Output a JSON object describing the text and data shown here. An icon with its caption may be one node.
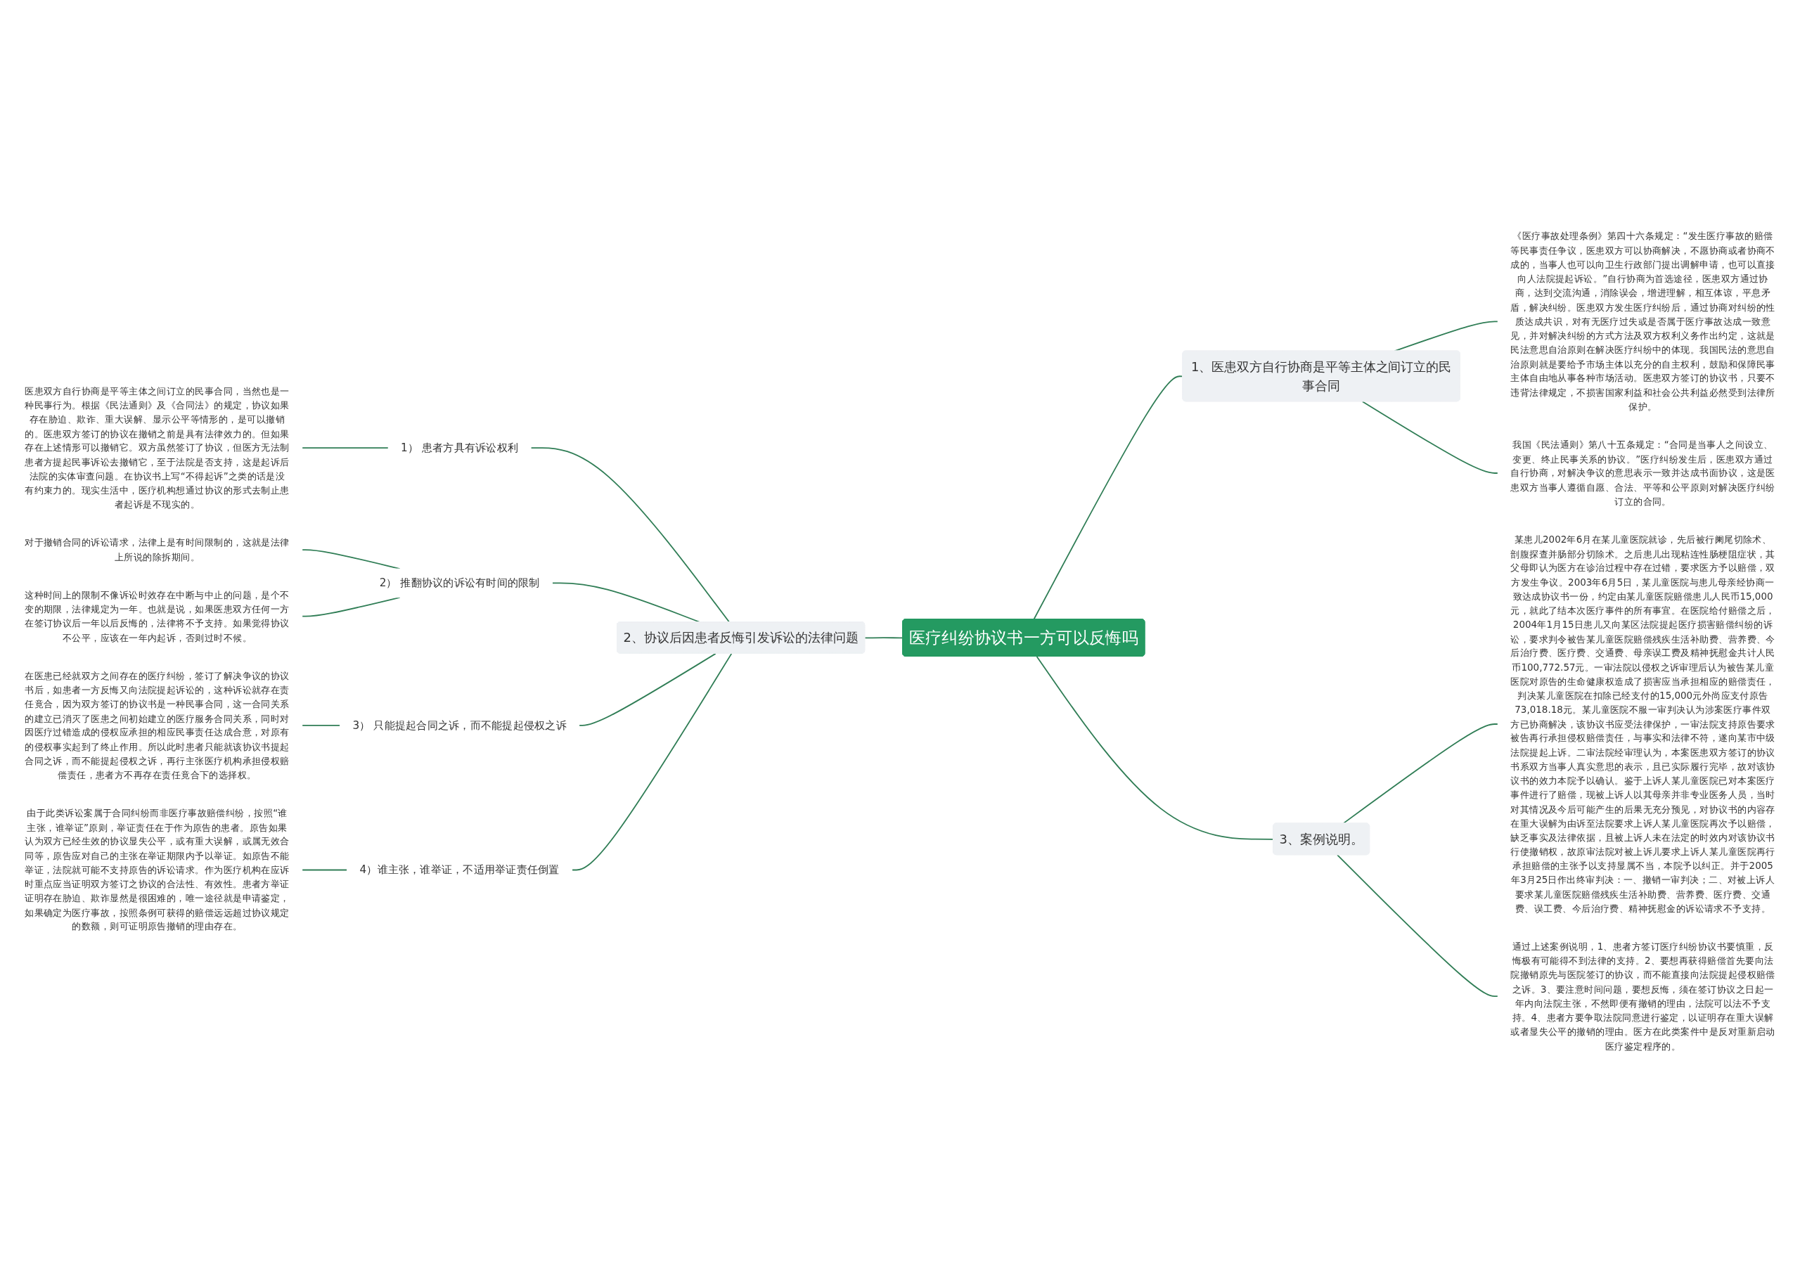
{
  "diagram": {
    "nodes": [
      {
        "text": [
          "医疗纠纷协议书一方可以反悔吗"
        ]
      },
      {
        "text": [
          "1、医患双方自行协商是平等主体之间订立的民事合同"
        ]
      },
      {
        "text": [
          "《医疗事故处理条例》第四十六条规定：“发生医疗事故的赔偿等民事责任争议，医患双方可以协商解决，不愿协商或者协商不成的，当事人也可以向卫生行政部门提出调解申请，也可以直接向人法院提起诉讼。”自行协商为首选途径，医患双方通过协商，达到交流沟通，消除误会，增进理解，相互体谅，平息矛盾，解决纠纷。医患双方发生医疗纠纷后，通过协商对纠纷的性质达成共识，对有无医疗过失或是否属于医疗事故达成一致意见，并对解决纠纷的方式方法及双方权利义务作出约定，这就是民法意思自治原则在解决医疗纠纷中的体现。我国民法的意思自治原则就是要给予市场主体以充分的自主权利，鼓励和保障民事主体自由地从事各种市场活动。医患双方签订的协议书，只要不违背法律规定，不损害国家利益和社会公共利益必然受到法律所保护。"
        ]
      },
      {
        "text": [
          "我国《民法通则》第八十五条规定：“合同是当事人之间设立、变更、终止民事关系的协议。”医疗纠纷发生后，医患双方通过自行协商，对解决争议的意思表示一致并达成书面协议，这是医患双方当事人遵循自愿、合法、平等和公平原则对解决医疗纠纷订立的合同。"
        ]
      },
      {
        "text": [
          "2、协议后因患者反悔引发诉讼的法律问题"
        ]
      },
      {
        "text": [
          "1） 患者方具有诉讼权利"
        ]
      },
      {
        "text": [
          "医患双方自行协商是平等主体之间订立的民事合同，当然也是一种民事行为。根据《民法通则》及《合同法》的规定，协议如果存在胁迫、欺诈、重大误解、显示公平等情形的，是可以撤销的。医患双方签订的协议在撤销之前是具有法律效力的。但如果存在上述情形可以撤销它。双方虽然签订了协议，但医方无法制患者方提起民事诉讼去撤销它，至于法院是否支持，这是起诉后法院的实体审查问题。在协议书上写“不得起诉”之类的话是没有约束力的。现实生活中，医疗机构想通过协议的形式去制止患者起诉是不现实的。"
        ]
      },
      {
        "text": [
          "2） 推翻协议的诉讼有时间的限制"
        ]
      },
      {
        "text": [
          "对于撤销合同的诉讼请求，法律上是有时间限制的，这就是法律上所说的除拆期间。"
        ]
      },
      {
        "text": [
          "这种时间上的限制不像诉讼时效存在中断与中止的问题，是个不变的期限，法律规定为一年。也就是说，如果医患双方任何一方在签订协议后一年以后反悔的，法律将不予支持。如果觉得协议不公平，应该在一年内起诉，否则过时不候。"
        ]
      },
      {
        "text": [
          "3） 只能提起合同之诉，而不能提起侵权之诉"
        ]
      },
      {
        "text": [
          "在医患已经就双方之间存在的医疗纠纷，签订了解决争议的协议书后，如患者一方反悔又向法院提起诉讼的，这种诉讼就存在责任竟合，因为双方签订的协议书是一种民事合同，这一合同关系的建立已消灭了医患之间初始建立的医疗服务合同关系，同时对因医疗过错造成的侵权应承担的相应民事责任达成合意，对原有的侵权事实起到了终止作用。所以此时患者只能就该协议书提起合同之诉，而不能提起侵权之诉，再行主张医疗机构承担侵权赔偿责任，患者方不再存在责任竟合下的选择权。"
        ]
      },
      {
        "text": [
          "4）谁主张，谁举证，不适用举证责任倒置"
        ]
      },
      {
        "text": [
          "由于此类诉讼案属于合同纠纷而非医疗事故赔偿纠纷，按照“谁主张，谁举证”原则，举证责任在于作为原告的患者。原告如果认为双方已经生效的协议显失公平，或有重大误解，或属无效合同等，原告应对自己的主张在举证期限内予以举证。如原告不能举证，法院就可能不支持原告的诉讼请求。作为医疗机构在应诉时重点应当证明双方签订之协议的合法性、有效性。患者方举证证明存在胁迫、欺诈显然是很困难的，唯一途径就是申请鉴定，如果确定为医疗事故，按照条例可获得的赔偿远远超过协议规定的数额，则可证明原告撤销的理由存在。"
        ]
      },
      {
        "text": [
          "3、案例说明。"
        ]
      },
      {
        "text": [
          "某患儿2002年6月在某儿童医院就诊，先后被行阑尾切除术、剖腹探查并肠部分切除术。之后患儿出现粘连性肠梗阻症状，其父母即认为医方在诊治过程中存在过错，要求医方予以赔偿，双方发生争议。2003年6月5日，某儿童医院与患儿母亲经协商一致达成协议书一份，约定由某儿童医院赔偿患儿人民币15,000元，就此了结本次医疗事件的所有事宜。在医院给付赔偿之后，2004年1月15日患儿又向某区法院提起医疗损害赔偿纠纷的诉讼，要求判令被告某儿童医院赔偿残疾生活补助费、营养费、今后治疗费、医疗费、交通费、母亲误工费及精神抚慰金共计人民币100,772.57元。一审法院以侵权之诉审理后认为被告某儿童医院对原告的生命健康权造成了损害应当承担相应的赔偿责任，判决某儿童医院在扣除已经支付的15,000元外尚应支付原告73,018.18元。某儿童医院不服一审判决认为涉案医疗事件双方已协商解决，该协议书应受法律保护，一审法院支持原告要求被告再行承担侵权赔偿责任，与事实和法律不符，遂向某市中级法院提起上诉。二审法院经审理认为，本案医患双方签订的协议书系双方当事人真实意思的表示，且已实际履行完毕，故对该协议书的效力本院予以确认。鉴于上诉人某儿童医院已对本案医疗事件进行了赔偿，现被上诉人以其母亲并非专业医务人员，当时对其情况及今后可能产生的后果无充分预见，对协议书的内容存在重大误解为由诉至法院要求上诉人某儿童医院再次予以赔偿，缺乏事实及法律依据，且被上诉人未在法定的时效内对该协议书行使撤销权，故原审法院对被上诉儿要求上诉人某儿童医院再行承担赔偿的主张予以支持显属不当，本院予以纠正。并于2005年3月25日作出终审判决：一、撤销一审判决；二、对被上诉人要求某儿童医院赔偿残疾生活补助费、营养费、医疗费、交通费、误工费、今后治疗费、精神抚慰金的诉讼请求不予支持。"
        ]
      },
      {
        "text": [
          "通过上述案例说明，1、患者方签订医疗纠纷协议书要慎重，反悔极有可能得不到法律的支持。2、要想再获得赔偿首先要向法院撤销原先与医院签订的协议，而不能直接向法院提起侵权赔偿之诉。3、要注意时间问题，要想反悔，须在签订协议之日起一年内向法院主张，不然即便有撤销的理由，法院可以法不予支持。4、患者方要争取法院同意进行鉴定，以证明存在重大误解或者显失公平的撤销的理由。医方在此类案件中是反对重新启动医疗鉴定程序的。"
        ]
      }
    ],
    "edges": [
      {
        "from": 0,
        "to": 1,
        "arrow": "none"
      },
      {
        "from": 1,
        "to": 2,
        "arrow": "none"
      },
      {
        "from": 1,
        "to": 3,
        "arrow": "none"
      },
      {
        "from": 0,
        "to": 4,
        "arrow": "none"
      },
      {
        "from": 4,
        "to": 5,
        "arrow": "none"
      },
      {
        "from": 5,
        "to": 6,
        "arrow": "none"
      },
      {
        "from": 4,
        "to": 7,
        "arrow": "none"
      },
      {
        "from": 7,
        "to": 8,
        "arrow": "none"
      },
      {
        "from": 7,
        "to": 9,
        "arrow": "none"
      },
      {
        "from": 4,
        "to": 10,
        "arrow": "none"
      },
      {
        "from": 10,
        "to": 11,
        "arrow": "none"
      },
      {
        "from": 4,
        "to": 12,
        "arrow": "none"
      },
      {
        "from": 12,
        "to": 13,
        "arrow": "none"
      },
      {
        "from": 0,
        "to": 14,
        "arrow": "none"
      },
      {
        "from": 14,
        "to": 15,
        "arrow": "none"
      },
      {
        "from": 14,
        "to": 16,
        "arrow": "none"
      }
    ]
  }
}
